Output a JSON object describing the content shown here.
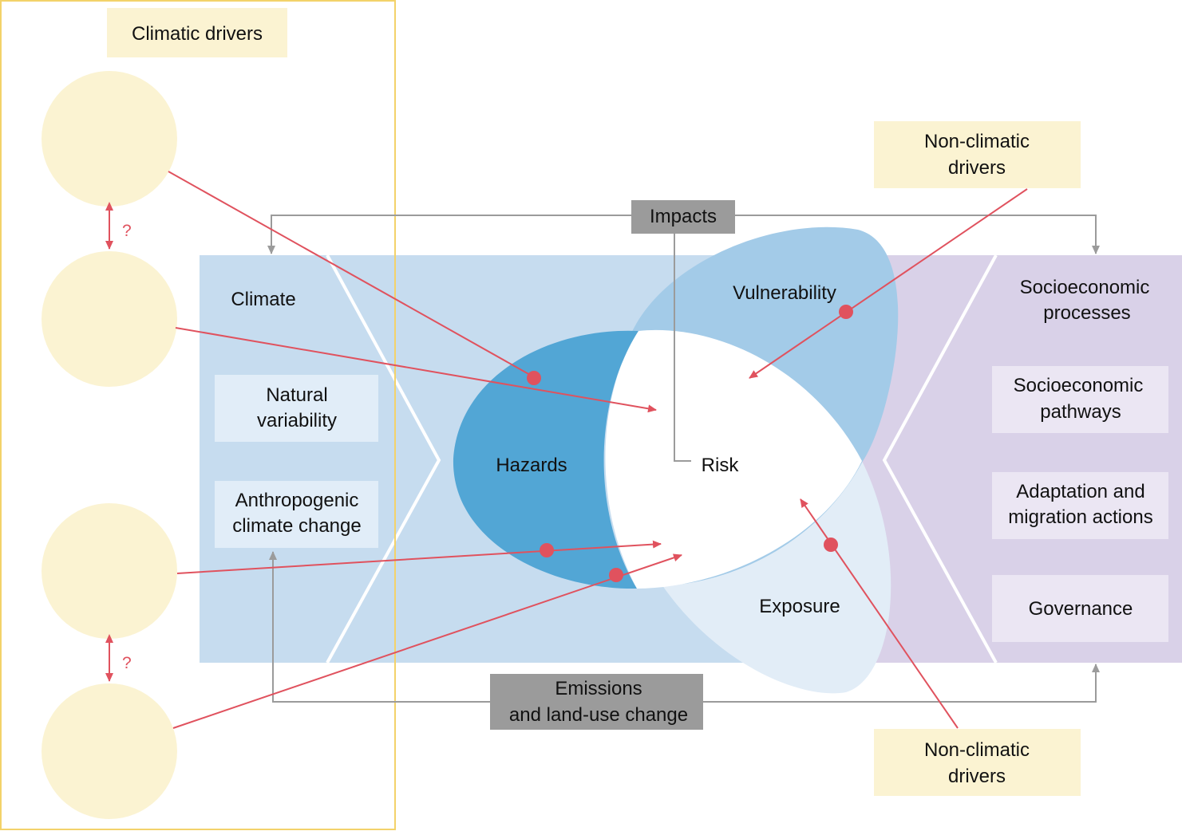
{
  "labels": {
    "climatic_drivers": "Climatic drivers",
    "non_climatic_drivers_top": [
      "Non-climatic",
      "drivers"
    ],
    "non_climatic_drivers_bottom": [
      "Non-climatic",
      "drivers"
    ],
    "impacts": "Impacts",
    "emissions": [
      "Emissions",
      "and land-use change"
    ],
    "climate": "Climate",
    "natural_variability": [
      "Natural",
      "variability"
    ],
    "anthropogenic_climate_change": [
      "Anthropogenic",
      "climate change"
    ],
    "vulnerability": "Vulnerability",
    "hazards": "Hazards",
    "risk": "Risk",
    "exposure": "Exposure",
    "socioeconomic_processes": [
      "Socioeconomic",
      "processes"
    ],
    "socioeconomic_pathways": [
      "Socioeconomic",
      "pathways"
    ],
    "adaptation_migration": [
      "Adaptation and",
      "migration actions"
    ],
    "governance": "Governance",
    "question_mark": "?"
  },
  "colors": {
    "climate_panel": "#c6dcef",
    "socio_panel": "#d9d1e8",
    "hazards": "#52a6d5",
    "vulnerability": "#a3cbe8",
    "exposure": "#e2edf7",
    "driver_circle": "#fbf3d2",
    "driver_label_bg": "#fbf3d2",
    "driver_frame": "#f3d26a",
    "gray_label_bg": "#9b9b9b",
    "arrow_red": "#e0525e",
    "connector_gray": "#9b9b9b",
    "inner_box_blue": "#e1edf8",
    "inner_box_purple": "#ebe6f3"
  }
}
